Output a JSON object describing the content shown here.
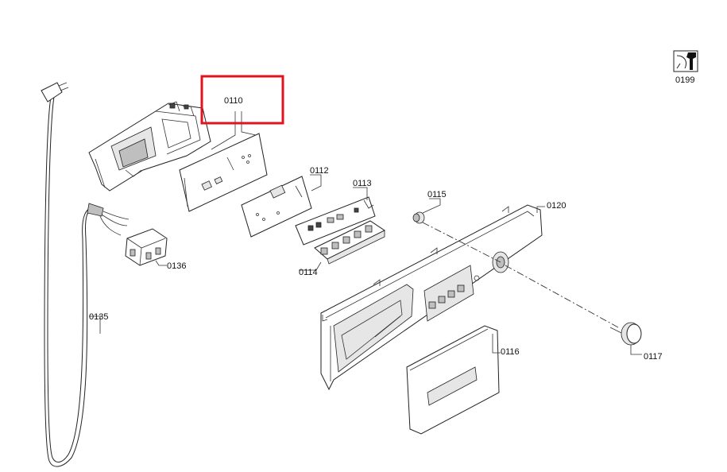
{
  "parts": {
    "p0110": "0110",
    "p0112": "0112",
    "p0113": "0113",
    "p0114": "0114",
    "p0115": "0115",
    "p0116": "0116",
    "p0117": "0117",
    "p0120": "0120",
    "p0135": "0135",
    "p0136": "0136",
    "p0199": "0199"
  },
  "highlight": {
    "target": "0110",
    "color": "#e0141e"
  }
}
